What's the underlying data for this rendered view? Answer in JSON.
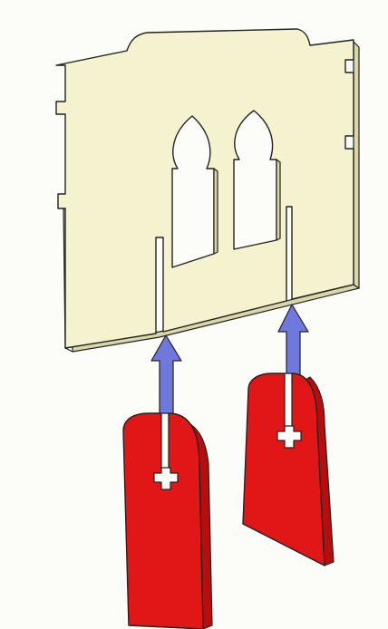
{
  "diagram": {
    "colors": {
      "background": "#fcfcf9",
      "panel_face": "#f4f2cf",
      "panel_edge": "#d9d6a8",
      "outline": "#222222",
      "foot_face": "#e11717",
      "foot_side": "#b80d0d",
      "arrow": "#6f79dd"
    },
    "parts": [
      "wall-panel",
      "left-foot",
      "right-foot"
    ],
    "arrow_direction": "up"
  }
}
